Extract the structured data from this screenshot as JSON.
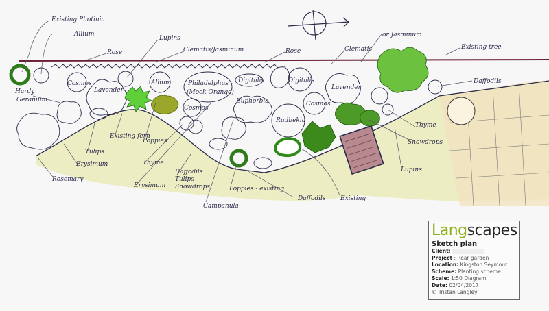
{
  "labels": {
    "existing_photinia": "Existing Photinia",
    "allium_top": "Allium",
    "rose_left": "Rose",
    "lupins_top": "Lupins",
    "clematis_jasminum": "Clematis/Jasminum",
    "rose_right": "Rose",
    "clematis": "Clematis",
    "or_jasminum": "or Jasminum",
    "existing_tree": "Existing tree",
    "daffodils_right": "Daffodils",
    "hardy": "Hardy",
    "geranium": "Geranium",
    "cosmos_1": "Cosmos",
    "lavender_1": "Lavender",
    "allium_circle": "Allium",
    "philadelphus": "Philadelphus -",
    "mock_orange": "(Mock Orange)",
    "digitalis_1": "Digitalis",
    "digitalis_2": "Digitalis",
    "lavender_2": "Lavender",
    "euphorbia": "Euphorbia",
    "cosmos_2": "Cosmos",
    "cosmos_3": "Cosmos",
    "rudbekia": "Rudbekia",
    "existing_fern": "Existing fern",
    "poppies": "Poppies",
    "tulips": "Tulips",
    "erysimum_1": "Erysimum",
    "rosemary": "Rosemary",
    "thyme_1": "Thyme",
    "erysimum_2": "Erysimum",
    "daffodils_2": "Daffodils",
    "tulips_2": "Tulips",
    "snowdrops_2": "Snowdrops",
    "campanula": "Campanula",
    "poppies_existing": "Poppies - existing",
    "daffodils_3": "Daffodils",
    "existing": "Existing",
    "lupins_2": "Lupins",
    "thyme_2": "Thyme",
    "snowdrops": "Snowdrops"
  },
  "title_block": {
    "logo_part1": "Lang",
    "logo_part2": "scapes",
    "title": "Sketch plan",
    "client_label": "Client:",
    "project_label": "Project",
    "project": ": Rear garden",
    "location_label": "Location:",
    "location": "Kingston Seymour",
    "scheme_label": "Scheme:",
    "scheme": "Planting scheme",
    "scale_label": "Scale:",
    "scale": "1:50 Diagram",
    "date_label": "Date:",
    "date": "02/04/2017",
    "copyright": "© Tristan Langley"
  },
  "colors": {
    "fence": "#6b1f35",
    "planting_green": "#3d8a1c",
    "lawn": "#e8eab0",
    "paving": "#f3e2c0",
    "logo_green": "#8fb320"
  }
}
